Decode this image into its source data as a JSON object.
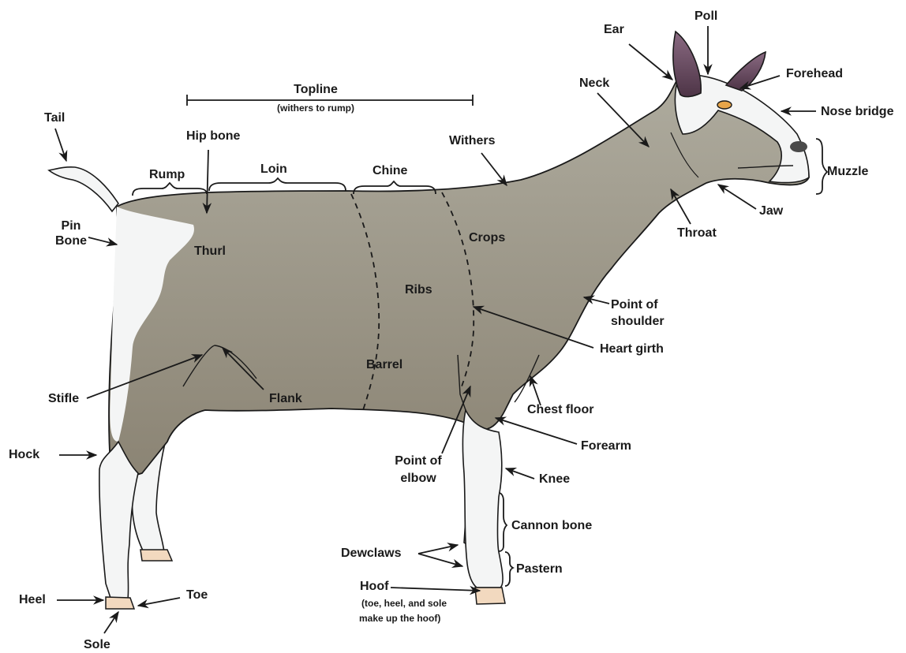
{
  "labels": {
    "ear": "Ear",
    "poll": "Poll",
    "forehead": "Forehead",
    "neck": "Neck",
    "nose_bridge": "Nose bridge",
    "muzzle": "Muzzle",
    "jaw": "Jaw",
    "throat": "Throat",
    "withers": "Withers",
    "topline": "Topline",
    "topline_note": "(withers to rump)",
    "tail": "Tail",
    "hip_bone": "Hip bone",
    "rump": "Rump",
    "loin": "Loin",
    "chine": "Chine",
    "pin_bone_1": "Pin",
    "pin_bone_2": "Bone",
    "thurl": "Thurl",
    "crops": "Crops",
    "ribs": "Ribs",
    "point_of_shoulder_1": "Point of",
    "point_of_shoulder_2": "shoulder",
    "heart_girth": "Heart girth",
    "barrel": "Barrel",
    "stifle": "Stifle",
    "flank": "Flank",
    "chest_floor": "Chest floor",
    "forearm": "Forearm",
    "point_of_elbow_1": "Point of",
    "point_of_elbow_2": "elbow",
    "hock": "Hock",
    "knee": "Knee",
    "cannon_bone": "Cannon bone",
    "pastern": "Pastern",
    "dewclaws": "Dewclaws",
    "hoof": "Hoof",
    "hoof_note_1": "(toe, heel, and sole",
    "hoof_note_2": "make up the hoof)",
    "heel": "Heel",
    "toe": "Toe",
    "sole": "Sole"
  },
  "colors": {
    "body_top": "#aeab9e",
    "body_bottom": "#8c8575",
    "white_marking": "#f4f5f5",
    "hoof": "#f2d9bf",
    "ear_inner": "#6c4c63",
    "eye": "#e7a54a",
    "outline": "#1a1a1a"
  }
}
